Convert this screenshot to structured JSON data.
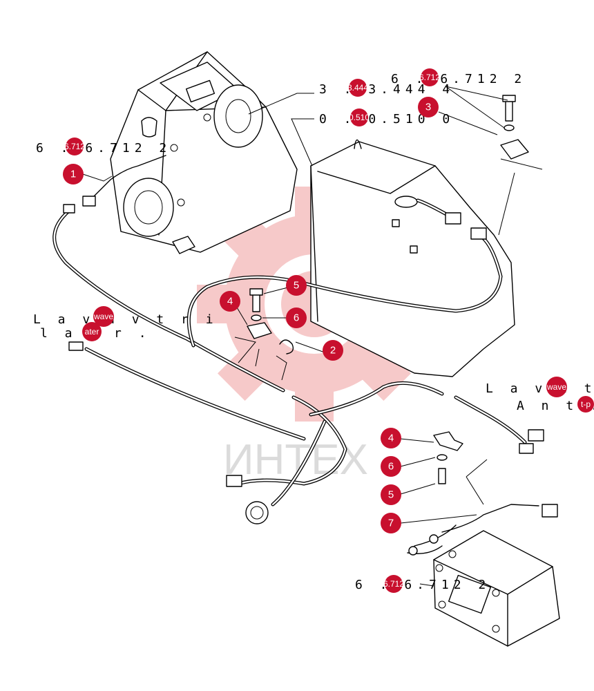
{
  "colors": {
    "badge": "#c8102e",
    "watermark_gear": "#f3b8b8",
    "watermark_text": "#b0b0b0"
  },
  "watermark": {
    "text": "ИНТЕХ"
  },
  "references": [
    {
      "id": "ref-top-1",
      "text": "3 . 3.444 4",
      "code": "3.444"
    },
    {
      "id": "ref-top-2",
      "text": "6 . 6.712 2",
      "code": "6.712"
    },
    {
      "id": "ref-mid",
      "text": "0 . 0.510 0",
      "code": "0.510"
    },
    {
      "id": "ref-left",
      "text": "6 . 6.712 2",
      "code": "6.712"
    },
    {
      "id": "ref-bottom",
      "text": "6 . 6.712 2",
      "code": "6.712"
    }
  ],
  "text_labels": [
    {
      "id": "label-left-1",
      "text": "L a v a v t r i",
      "tag": "wave"
    },
    {
      "id": "label-left-2",
      "text": "l a t r .",
      "tag": "ater"
    },
    {
      "id": "label-right-1",
      "text": "L a v a t",
      "tag": "wave"
    },
    {
      "id": "label-right-2",
      "text": "A n t .",
      "tag": "t-p"
    }
  ],
  "callouts": [
    {
      "id": "callout-1",
      "number": "1"
    },
    {
      "id": "callout-2",
      "number": "2"
    },
    {
      "id": "callout-3",
      "number": "3"
    },
    {
      "id": "callout-4a",
      "number": "4"
    },
    {
      "id": "callout-5a",
      "number": "5"
    },
    {
      "id": "callout-6a",
      "number": "6"
    },
    {
      "id": "callout-4b",
      "number": "4"
    },
    {
      "id": "callout-6b",
      "number": "6"
    },
    {
      "id": "callout-5b",
      "number": "5"
    },
    {
      "id": "callout-7",
      "number": "7"
    }
  ]
}
